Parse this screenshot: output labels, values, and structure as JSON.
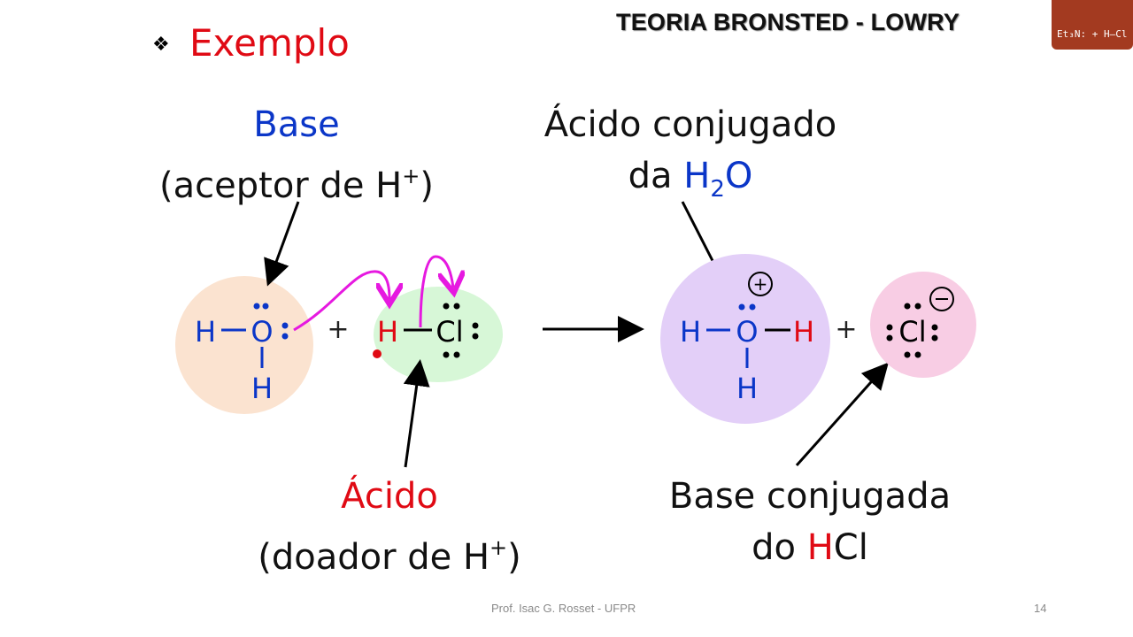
{
  "header": {
    "title": "TEORIA BRONSTED - LOWRY",
    "logo_text": "Et₃N: + H–Cl"
  },
  "slide": {
    "bullet_icon": "diamond-bullet-icon",
    "heading": "Exemplo",
    "base_label": {
      "title": "Base",
      "subtitle_prefix": "(aceptor de H",
      "subtitle_sup": "+",
      "subtitle_suffix": ")"
    },
    "acid_label": {
      "title": "Ácido",
      "subtitle_prefix": "(doador de H",
      "subtitle_sup": "+",
      "subtitle_suffix": ")"
    },
    "conj_acid_label": {
      "line1": "Ácido conjugado",
      "line2_prefix": "da ",
      "formula_h": "H",
      "formula_sub": "2",
      "formula_o": "O"
    },
    "conj_base_label": {
      "line1": "Base conjugada",
      "line2_prefix": "do ",
      "formula_h": "H",
      "formula_cl": "Cl"
    }
  },
  "reaction": {
    "reactant1": {
      "atoms": [
        "H",
        "O",
        "H"
      ],
      "circle_color": "#fbe3d0"
    },
    "plus1": "+",
    "reactant2": {
      "atoms": [
        "H",
        "Cl"
      ],
      "circle_color": "#d7f7d7"
    },
    "arrow": "→",
    "product1": {
      "atoms": [
        "H",
        "O",
        "H",
        "H"
      ],
      "charge": "+",
      "circle_color": "#e3cff8"
    },
    "plus2": "+",
    "product2": {
      "atoms": [
        "Cl"
      ],
      "charge": "−",
      "circle_color": "#f8cde4"
    }
  },
  "colors": {
    "blue": "#0b36c8",
    "red": "#e00a14",
    "magenta": "#e619e0",
    "heading_red": "#e00a14"
  },
  "footer": {
    "author": "Prof. Isac G. Rosset - UFPR",
    "page": "14"
  }
}
